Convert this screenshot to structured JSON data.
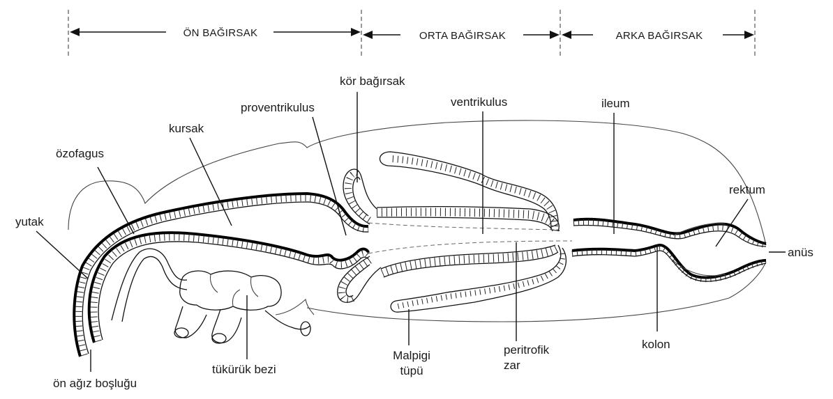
{
  "sections": {
    "foregut": "ÖN BAĞIRSAK",
    "midgut": "ORTA BAĞIRSAK",
    "hindgut": "ARKA BAĞIRSAK"
  },
  "labels": {
    "yutak": "yutak",
    "ozofagus": "özofagus",
    "kursak": "kursak",
    "proventrikulus": "proventrikulus",
    "kor_bagirsak": "kör bağırsak",
    "ventrikulus": "ventrikulus",
    "ileum": "ileum",
    "rektum": "rektum",
    "anus": "anüs",
    "on_agiz_boslugu": "ön ağız boşluğu",
    "tukuruk_bezi": "tükürük bezi",
    "malpigi_1": "Malpigi",
    "malpigi_2": "tüpü",
    "peritrofik_1": "peritrofik",
    "peritrofik_2": "zar",
    "kolon": "kolon"
  }
}
